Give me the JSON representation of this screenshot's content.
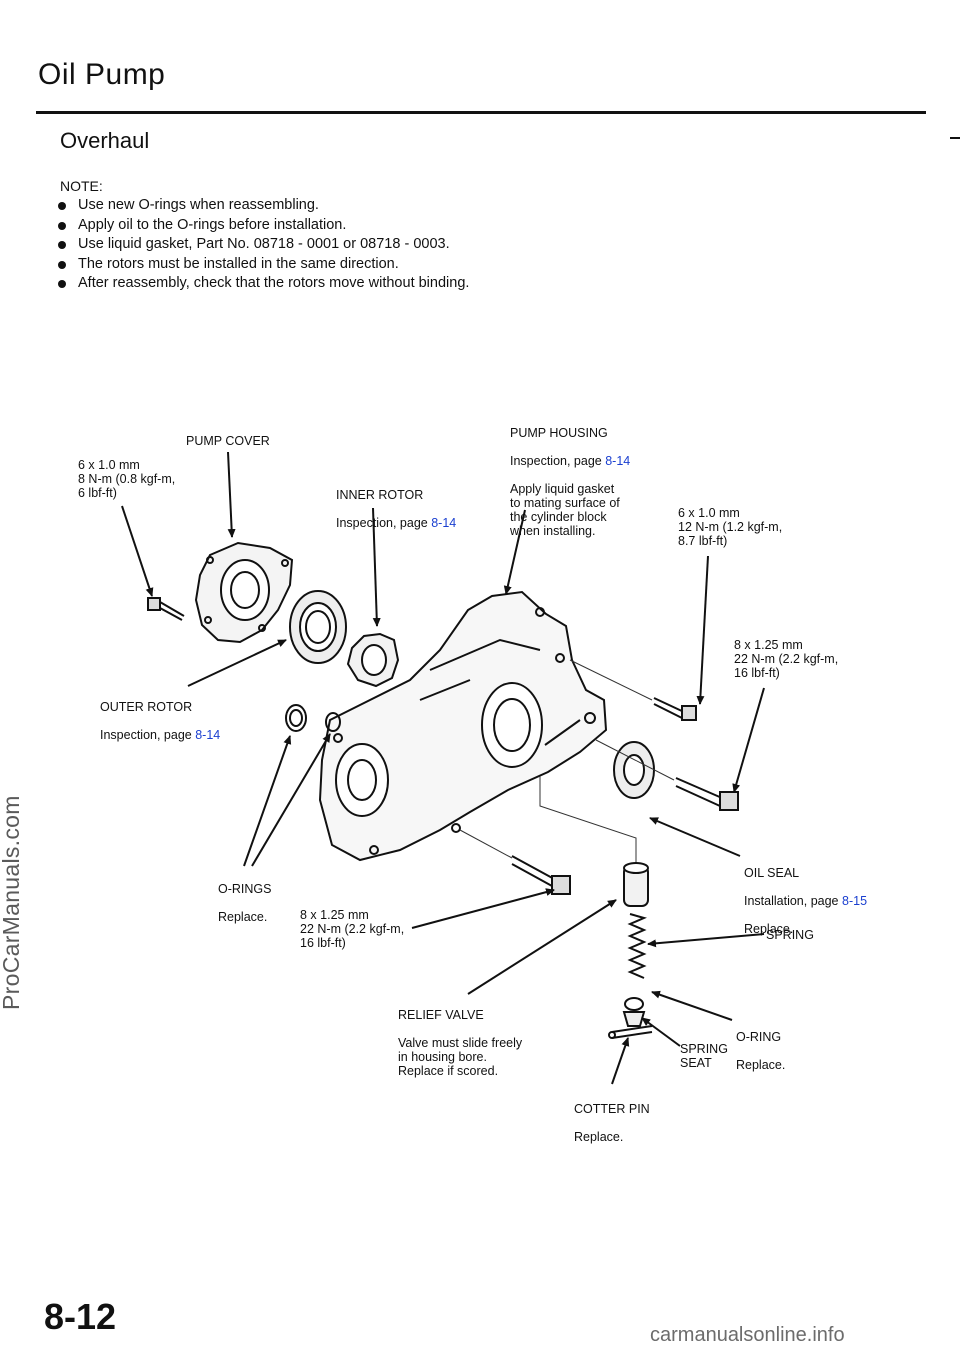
{
  "header": {
    "title": "Oil Pump",
    "subtitle": "Overhaul"
  },
  "notes": {
    "label": "NOTE:",
    "items": [
      "Use new O-rings when reassembling.",
      "Apply oil to the O-rings before installation.",
      "Use liquid gasket, Part No. 08718 - 0001 or 08718 - 0003.",
      "The rotors must be installed in the same direction.",
      "After reassembly, check that the rotors move without binding."
    ]
  },
  "watermark": "ProCarManuals.com",
  "callouts": {
    "pump_cover": {
      "name": "PUMP COVER"
    },
    "bolt_6x1": {
      "spec": "6 x 1.0 mm\n8 N-m (0.8 kgf-m,\n6 lbf-ft)"
    },
    "inner_rotor": {
      "name": "INNER ROTOR",
      "note": "Inspection, page ",
      "ref": "8-14"
    },
    "pump_housing": {
      "name": "PUMP HOUSING",
      "note": "Inspection, page ",
      "ref": "8-14",
      "extra": "Apply liquid gasket\nto mating surface of\nthe cylinder block\nwhen installing."
    },
    "bolt_6x1_12nm": {
      "spec": "6 x 1.0 mm\n12 N-m (1.2 kgf-m,\n8.7 lbf-ft)"
    },
    "bolt_8x125_right": {
      "spec": "8 x 1.25 mm\n22 N-m (2.2 kgf-m,\n16 lbf-ft)"
    },
    "outer_rotor": {
      "name": "OUTER ROTOR",
      "note": "Inspection, page ",
      "ref": "8-14"
    },
    "o_rings": {
      "name": "O-RINGS",
      "note": "Replace."
    },
    "oil_seal": {
      "name": "OIL SEAL",
      "note": "Installation, page ",
      "ref": "8-15",
      "note2": "Replace."
    },
    "bolt_8x125_bottom": {
      "spec": "8 x 1.25 mm\n22 N-m (2.2 kgf-m,\n16 lbf-ft)"
    },
    "spring": {
      "name": "SPRING"
    },
    "relief_valve": {
      "name": "RELIEF VALVE",
      "note": "Valve must slide freely\nin housing bore.\nReplace if scored."
    },
    "o_ring": {
      "name": "O-RING",
      "note": "Replace."
    },
    "spring_seat": {
      "name": "SPRING\nSEAT"
    },
    "cotter_pin": {
      "name": "COTTER PIN",
      "note": "Replace."
    }
  },
  "page_number": "8-12",
  "footer": "carmanualsonline.info"
}
